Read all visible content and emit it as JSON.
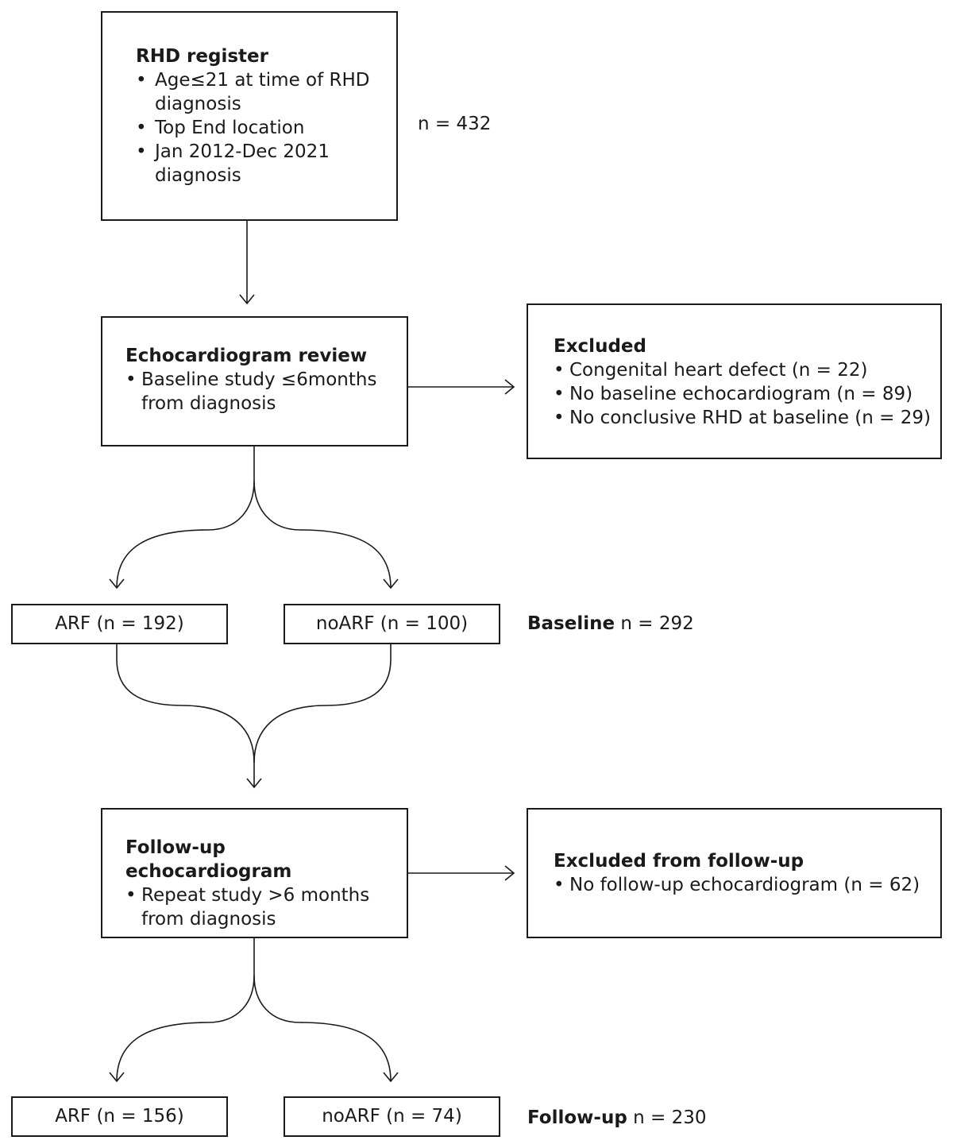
{
  "register": {
    "title": "RHD register",
    "bullets": [
      "Age≤21 at time of RHD diagnosis",
      "Top End location",
      "Jan 2012-Dec 2021 diagnosis"
    ],
    "count": "n = 432"
  },
  "echo_review": {
    "title": "Echocardiogram review",
    "bullets": [
      "Baseline study ≤6months from diagnosis"
    ]
  },
  "excluded": {
    "title": "Excluded",
    "bullets": [
      "Congenital heart defect (n = 22)",
      "No baseline echocardiogram (n = 89)",
      "No conclusive RHD at baseline (n = 29)"
    ]
  },
  "baseline": {
    "arf": "ARF (n = 192)",
    "noarf": "noARF (n = 100)",
    "label": "Baseline",
    "count": "n = 292"
  },
  "followup_echo": {
    "title": "Follow-up echocardiogram",
    "bullets": [
      "Repeat study >6 months from diagnosis"
    ]
  },
  "excluded_followup": {
    "title": "Excluded from follow-up",
    "bullets": [
      "No follow-up echocardiogram (n = 62)"
    ]
  },
  "followup": {
    "arf": "ARF (n = 156)",
    "noarf": "noARF (n = 74)",
    "label": "Follow-up",
    "count": "n = 230"
  }
}
